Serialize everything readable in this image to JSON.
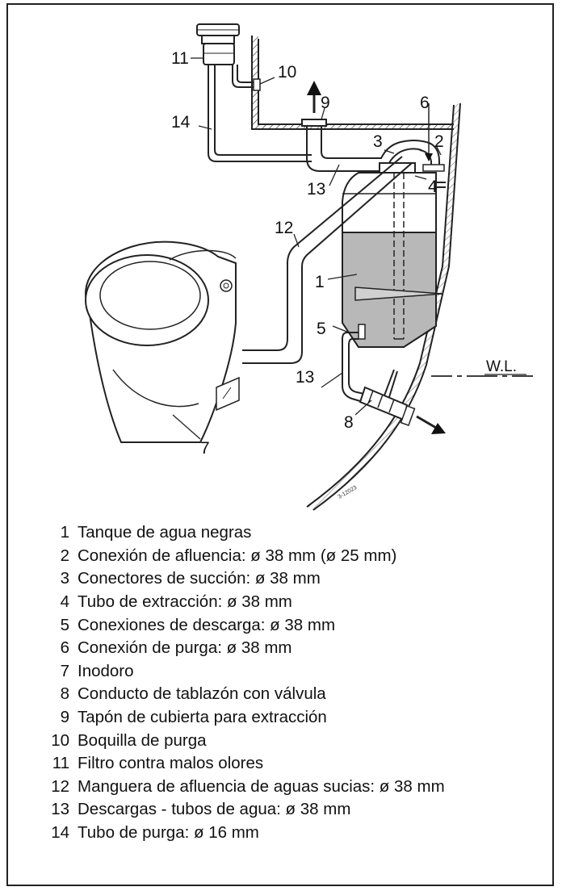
{
  "diagram": {
    "callouts": [
      "11",
      "10",
      "9",
      "6",
      "14",
      "3",
      "2",
      "13",
      "4",
      "12",
      "1",
      "5",
      "13",
      "8",
      "7"
    ],
    "waterline_label": "W.L.",
    "figure_code": "3-12023"
  },
  "legend": {
    "items": [
      {
        "num": "1",
        "text": "Tanque de agua negras"
      },
      {
        "num": "2",
        "text": "Conexión de afluencia: ø 38 mm (ø 25 mm)"
      },
      {
        "num": "3",
        "text": "Conectores de succión: ø 38 mm"
      },
      {
        "num": "4",
        "text": "Tubo de extracción: ø 38 mm"
      },
      {
        "num": "5",
        "text": "Conexiones de descarga: ø 38 mm"
      },
      {
        "num": "6",
        "text": "Conexión de purga: ø 38 mm"
      },
      {
        "num": "7",
        "text": "Inodoro"
      },
      {
        "num": "8",
        "text": "Conducto de tablazón con válvula"
      },
      {
        "num": "9",
        "text": "Tapón de cubierta para extracción"
      },
      {
        "num": "10",
        "text": "Boquilla de purga"
      },
      {
        "num": "11",
        "text": "Filtro contra malos olores"
      },
      {
        "num": "12",
        "text": "Manguera de afluencia de aguas sucias: ø 38 mm"
      },
      {
        "num": "13",
        "text": "Descargas - tubos de agua: ø 38 mm"
      },
      {
        "num": "14",
        "text": "Tubo de purga: ø 16 mm"
      }
    ]
  }
}
